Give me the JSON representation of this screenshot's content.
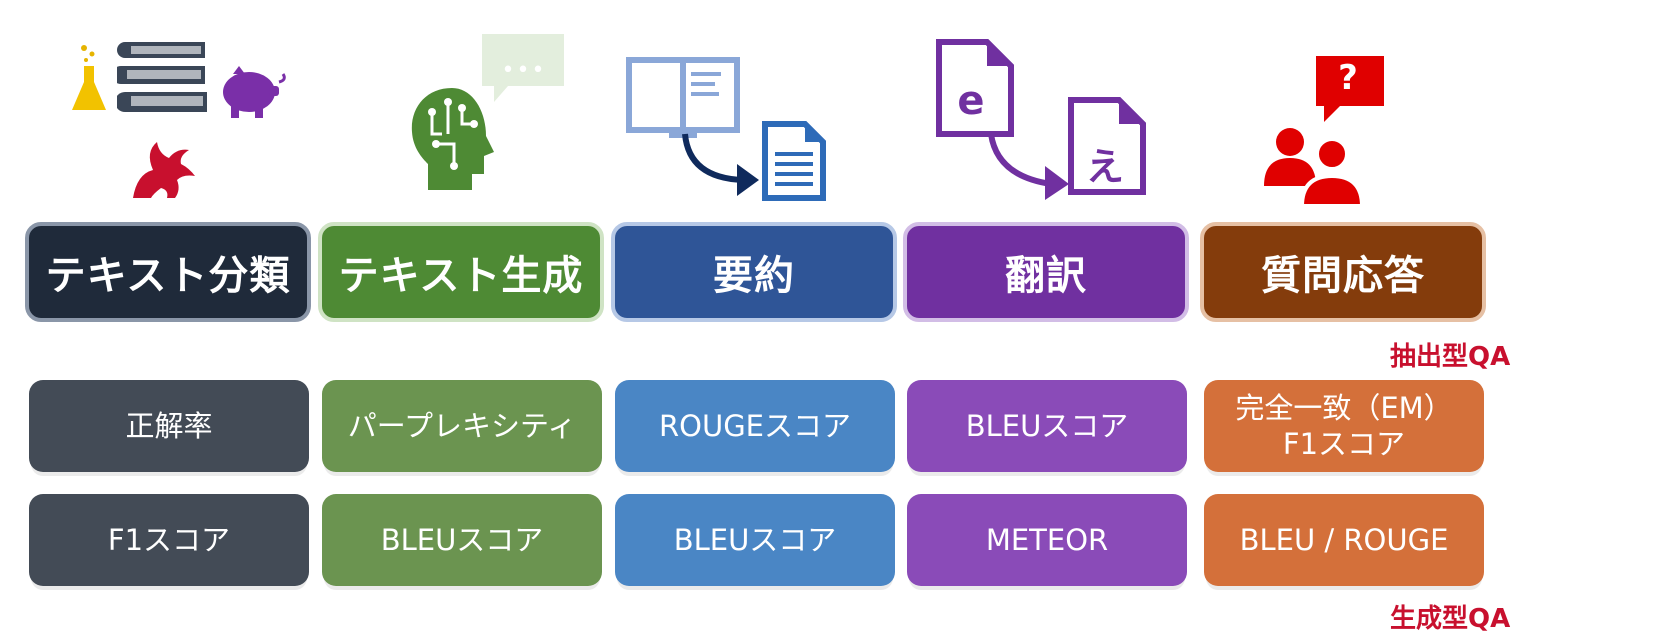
{
  "columns": [
    {
      "title": "テキスト分類",
      "metrics": [
        "正解率",
        "F1スコア"
      ],
      "colors": {
        "header": "#1f2a3a",
        "border": "#8a96a8",
        "metric": "#434b56"
      }
    },
    {
      "title": "テキスト生成",
      "metrics": [
        "パープレキシティ",
        "BLEUスコア"
      ],
      "colors": {
        "header": "#4e8a34",
        "border": "#cfe3c4",
        "metric": "#6b9450"
      }
    },
    {
      "title": "要約",
      "metrics": [
        "ROUGEスコア",
        "BLEUスコア"
      ],
      "colors": {
        "header": "#2f5597",
        "border": "#b6c8e6",
        "metric": "#4a86c5"
      }
    },
    {
      "title": "翻訳",
      "metrics": [
        "BLEUスコア",
        "METEOR"
      ],
      "colors": {
        "header": "#7030a0",
        "border": "#d2bde6",
        "metric": "#8a4bb8"
      }
    },
    {
      "title": "質問応答",
      "metrics": [
        [
          "完全一致（EM）",
          "F1スコア"
        ],
        "BLEU / ROUGE"
      ],
      "colors": {
        "header": "#843c0c",
        "border": "#e6c0a4",
        "metric": "#d4703a"
      }
    }
  ],
  "notes": {
    "extractive": "抽出型QA",
    "generative": "生成型QA"
  },
  "icons": {
    "col1": [
      "flask-icon",
      "books-icon",
      "piggy-bank-icon",
      "dragon-icon"
    ],
    "col2": [
      "ai-head-icon",
      "speech-bubble-icon"
    ],
    "col3": [
      "open-book-icon",
      "arrow-icon",
      "document-icon"
    ],
    "col4": [
      "document-e-icon",
      "arrow-icon",
      "document-e-jp-icon"
    ],
    "col5": [
      "people-icon",
      "question-bubble-icon"
    ]
  },
  "glyphs": {
    "speech": "•••",
    "question": "?",
    "doc_e": "e",
    "doc_jp": "え"
  }
}
